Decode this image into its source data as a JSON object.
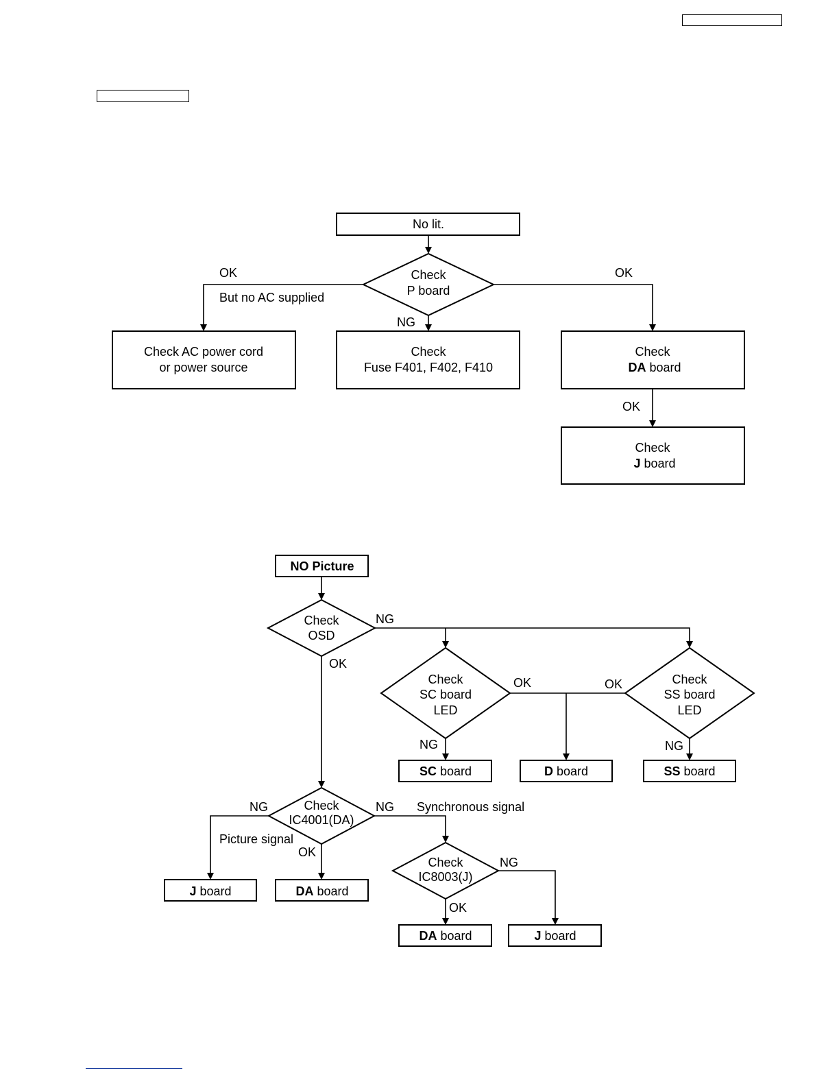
{
  "header": {
    "right_label": "",
    "left_label": ""
  },
  "flow1": {
    "start": "No lit.",
    "decision_p": [
      "Check",
      "P board"
    ],
    "left_ok": "OK",
    "left_ok_note": "But no AC supplied",
    "right_ok": "OK",
    "down_ng": "NG",
    "ac_box": [
      "Check AC power cord",
      "or power source"
    ],
    "fuse_box": {
      "title": "Check",
      "detail": "Fuse  F401, F402, F410"
    },
    "da_box": {
      "line1": "Check",
      "bold": "DA",
      "rest": " board"
    },
    "da_ok": "OK",
    "j_box": {
      "line1": "Check",
      "bold": "J",
      "rest": " board"
    }
  },
  "flow2": {
    "start": "NO Picture",
    "decision_osd": [
      "Check",
      "OSD"
    ],
    "osd_ng": "NG",
    "osd_ok": "OK",
    "decision_sc": [
      "Check",
      "SC board",
      "LED"
    ],
    "sc_ok": "OK",
    "sc_ng": "NG",
    "decision_ss": [
      "Check",
      "SS board",
      "LED"
    ],
    "ss_ok": "OK",
    "ss_ng": "NG",
    "sc_board": {
      "bold": "SC",
      "rest": " board"
    },
    "d_board": {
      "bold": "D",
      "rest": " board"
    },
    "ss_board": {
      "bold": "SS",
      "rest": " board"
    },
    "decision_ic4001": [
      "Check",
      "IC4001(DA)"
    ],
    "ic4001_ng_left": "NG",
    "ic4001_ng_right": "NG",
    "picture_signal": "Picture signal",
    "synchronous_signal": "Synchronous signal",
    "ic4001_ok": "OK",
    "j_board_1": {
      "bold": "J",
      "rest": " board"
    },
    "da_board_1": {
      "bold": "DA",
      "rest": " board"
    },
    "decision_ic8003": [
      "Check",
      "IC8003(J)"
    ],
    "ic8003_ng": "NG",
    "ic8003_ok": "OK",
    "da_board_2": {
      "bold": "DA",
      "rest": " board"
    },
    "j_board_2": {
      "bold": "J",
      "rest": " board"
    }
  }
}
